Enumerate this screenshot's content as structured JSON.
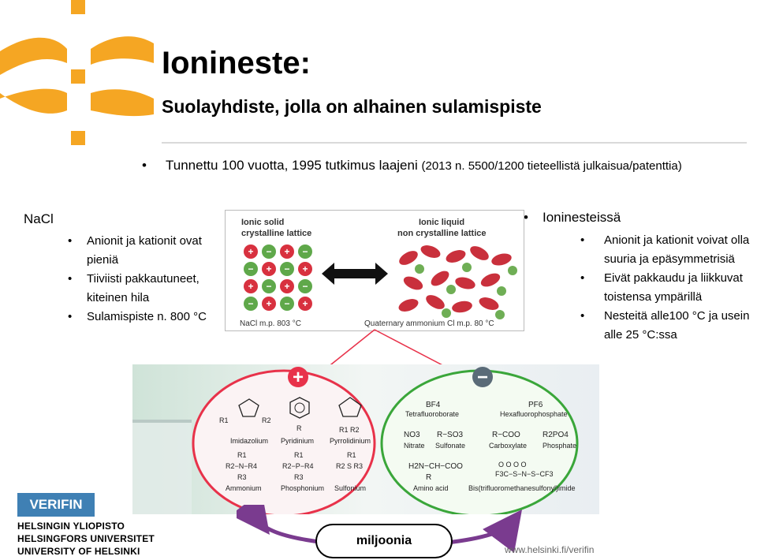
{
  "slide": {
    "title": "Ionineste:",
    "subtitle": "Suolayhdiste, jolla on alhainen sulamispiste",
    "top_bullet_main": "Tunnettu 100 vuotta, 1995 tutkimus laajeni ",
    "top_bullet_small": "(2013 n. 5500/1200 tieteellistä julkaisua/patenttia)"
  },
  "nacl": {
    "title": "NaCl",
    "items": [
      "Anionit ja kationit ovat pieniä",
      "Tiiviisti pakkautuneet, kiteinen hila",
      "Sulamispiste n. 800 °C"
    ]
  },
  "ionic_liquids": {
    "title": "Ioninesteissä",
    "items": [
      "Anionit ja kationit voivat olla suuria ja epäsymmetrisiä",
      "Eivät pakkaudu ja liikkuvat toistensa ympärillä",
      "Nesteitä alle100 °C ja usein alle 25 °C:ssa"
    ]
  },
  "lattice": {
    "left_title_1": "Ionic solid",
    "left_title_2": "crystalline lattice",
    "left_caption": "NaCl m.p. 803 °C",
    "right_title_1": "Ionic liquid",
    "right_title_2": "non crystalline lattice",
    "right_caption": "Quaternary ammonium Cl m.p. 80 °C"
  },
  "cations": {
    "sign": "+",
    "names": [
      "Imidazolium",
      "Pyridinium",
      "Pyrrolidinium",
      "Ammonium",
      "Phosphonium",
      "Sulfonium"
    ]
  },
  "anions": {
    "sign": "−",
    "names": [
      "Tetrafluoroborate",
      "Hexafluorophosphate",
      "Nitrate",
      "Sulfonate",
      "Carboxylate",
      "Phosphate",
      "Amino acid",
      "Bis(trifluoromethanesulfonyl)imide"
    ],
    "formulas": [
      "BF4",
      "PF6",
      "NO3",
      "R−SO3",
      "R−COO",
      "R2PO4",
      "H2N−CH−COO",
      "R"
    ]
  },
  "footer": {
    "brand": "VERIFIN",
    "uni_1": "HELSINGIN YLIOPISTO",
    "uni_2": "HELSINGFORS UNIVERSITET",
    "uni_3": "UNIVERSITY OF HELSINKI",
    "count_label": "miljoonia",
    "url": "www.helsinki.fi/verifin"
  },
  "colors": {
    "logo_orange": "#f5a623",
    "cation_circle": "#e8324a",
    "anion_circle": "#3aa63a",
    "brand_blue": "#3f80b4"
  }
}
